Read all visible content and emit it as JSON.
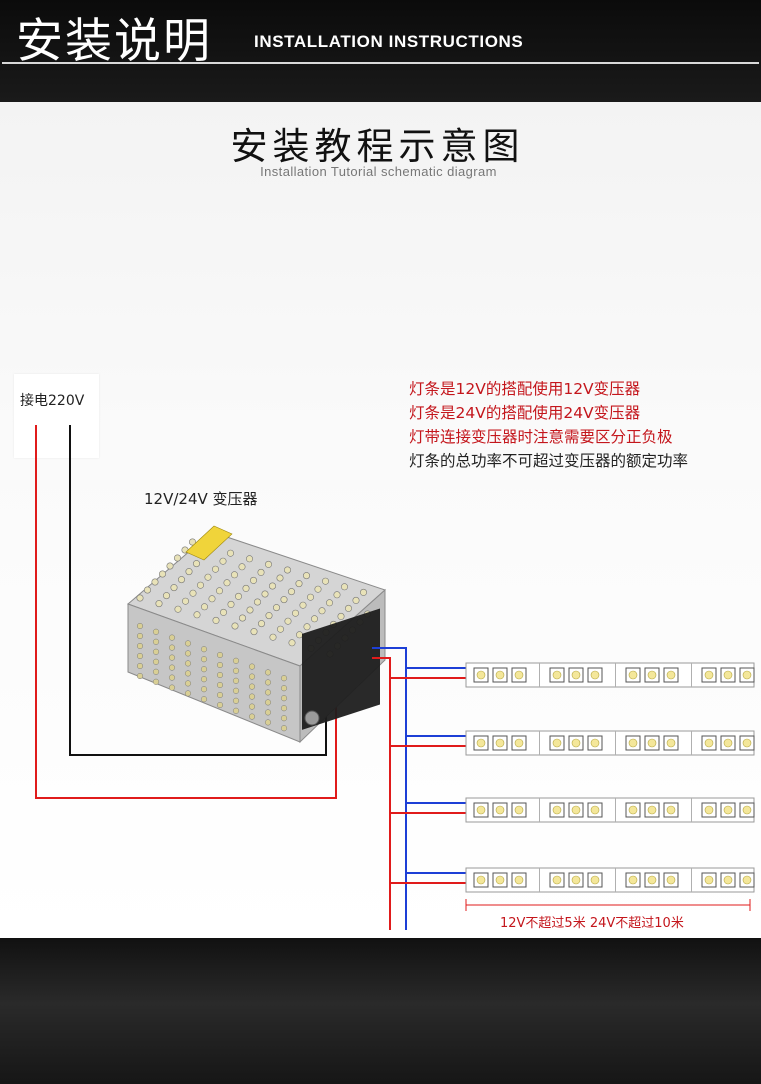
{
  "header": {
    "title_cn": "安装说明",
    "title_en": "INSTALLATION INSTRUCTIONS"
  },
  "tutorial": {
    "title": "安装教程示意图",
    "subtitle": "Installation Tutorial schematic diagram"
  },
  "power": {
    "label": "接电220V"
  },
  "transformer": {
    "label": "12V/24V 变压器"
  },
  "notes": [
    {
      "text": "灯条是12V的搭配使用12V变压器",
      "color": "#c4161c"
    },
    {
      "text": "灯条是24V的搭配使用24V变压器",
      "color": "#c4161c"
    },
    {
      "text": "灯带连接变压器时注意需要区分正负极",
      "color": "#c4161c"
    },
    {
      "text": "灯条的总功率不可超过变压器的额定功率",
      "color": "#222222"
    }
  ],
  "strips": {
    "count": 4,
    "segments_per_strip": 4,
    "leds_per_segment": 3
  },
  "length_note": "12V不超过5米  24V不超过10米",
  "colors": {
    "positive": "#e01b1b",
    "negative": "#1d3fd6",
    "neutral": "#111111",
    "led": "#f4e79a"
  }
}
